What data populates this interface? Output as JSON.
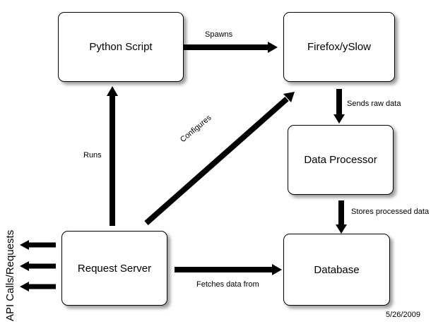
{
  "nodes": {
    "python_script": "Python Script",
    "firefox_yslow": "Firefox/ySlow",
    "data_processor": "Data Processor",
    "request_server": "Request Server",
    "database": "Database"
  },
  "edges": {
    "spawns": "Spawns",
    "sends_raw_data": "Sends raw data",
    "stores_processed_data": "Stores processed data",
    "runs": "Runs",
    "configures": "Configures",
    "fetches_data_from": "Fetches data from"
  },
  "side_label": "API Calls/Requests",
  "date": "5/26/2009",
  "colors": {
    "line": "#000000",
    "background": "#ffffff"
  }
}
